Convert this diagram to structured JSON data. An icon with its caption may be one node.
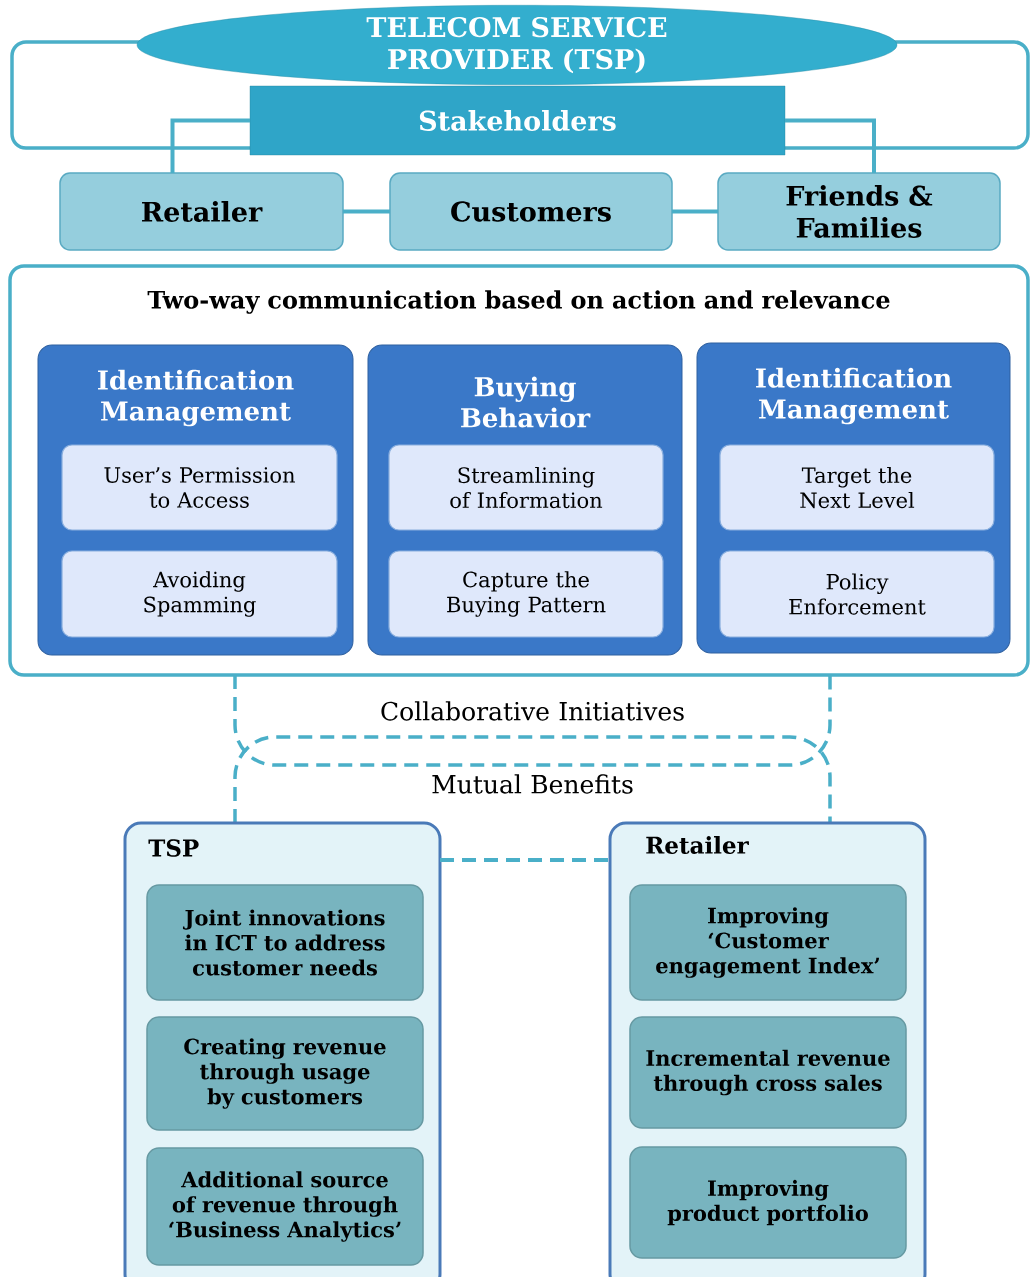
{
  "diagram": {
    "nodes": [
      {
        "text": [
          "TELECOM SERVICE PROVIDER (TSP)"
        ]
      },
      {
        "text": [
          "Stakeholders"
        ]
      },
      {
        "text": [
          "Retailer"
        ]
      },
      {
        "text": [
          "Customers"
        ]
      },
      {
        "text": [
          "Friends & Families"
        ]
      },
      {
        "text": [
          "Two-way communication based on action and relevance"
        ]
      },
      {
        "text": [
          "Identification Management"
        ],
        "in": 5
      },
      {
        "text": [
          "User’s Permission to Access"
        ],
        "in": 6
      },
      {
        "text": [
          "Avoiding Spamming"
        ],
        "in": 6
      },
      {
        "text": [
          "Buying Behavior"
        ],
        "in": 5
      },
      {
        "text": [
          "Streamlining of Information"
        ],
        "in": 9
      },
      {
        "text": [
          "Capture the Buying Pattern"
        ],
        "in": 9
      },
      {
        "text": [
          "Identification Management"
        ],
        "in": 5
      },
      {
        "text": [
          "Target the Next Level"
        ],
        "in": 12
      },
      {
        "text": [
          "Policy Enforcement"
        ],
        "in": 12
      },
      {
        "text": [
          "Collaborative Initiatives"
        ]
      },
      {
        "text": [
          "Mutual Benefits"
        ]
      },
      {
        "text": [
          "TSP"
        ]
      },
      {
        "text": [
          "Joint innovations in ICT to address customer needs"
        ],
        "in": 17
      },
      {
        "text": [
          "Creating revenue through usage by customers"
        ],
        "in": 17
      },
      {
        "text": [
          "Additional source of revenue through ‘Business Analytics’"
        ],
        "in": 17
      },
      {
        "text": [
          "Retailer"
        ]
      },
      {
        "text": [
          "Improving ‘Customer engagement Index’"
        ],
        "in": 21
      },
      {
        "text": [
          "Incremental revenue through cross sales"
        ],
        "in": 21
      },
      {
        "text": [
          "Improving product portfolio"
        ],
        "in": 21
      }
    ],
    "edges": [
      {
        "from": 1,
        "to": 2,
        "arrow": "none"
      },
      {
        "from": 1,
        "to": 4,
        "arrow": "none"
      },
      {
        "from": 2,
        "to": 3,
        "arrow": "none"
      },
      {
        "from": 3,
        "to": 4,
        "arrow": "none"
      },
      {
        "from": 17,
        "to": 21,
        "arrow": "none",
        "style": "dashed"
      }
    ]
  }
}
